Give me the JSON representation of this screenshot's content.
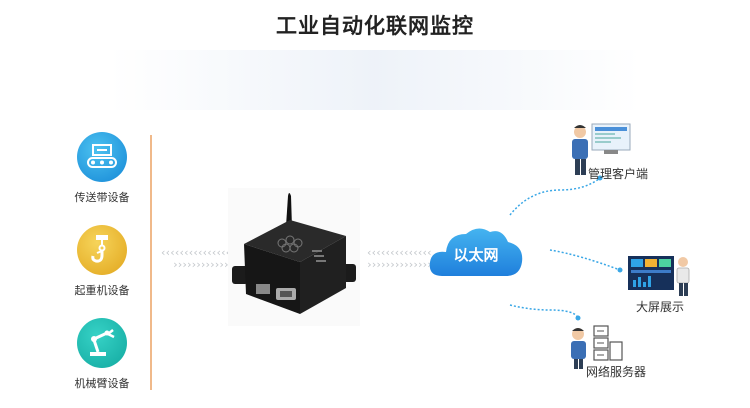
{
  "title": "工业自动化联网监控",
  "devices": [
    {
      "label": "传送带设备",
      "icon": "conveyor-icon"
    },
    {
      "label": "起重机设备",
      "icon": "crane-hook-icon"
    },
    {
      "label": "机械臂设备",
      "icon": "robot-arm-icon"
    }
  ],
  "router": {
    "icon": "router-device-icon"
  },
  "network": {
    "label": "以太网",
    "icon": "cloud-icon"
  },
  "clients": [
    {
      "label": "管理客户端",
      "icon": "admin-workstation-icon"
    },
    {
      "label": "大屏展示",
      "icon": "big-screen-display-icon"
    },
    {
      "label": "网络服务器",
      "icon": "server-icon"
    }
  ],
  "colors": {
    "accent_line": "#f0b98a",
    "cloud": "#2c8fe0",
    "dot_line": "#3aa7e6"
  }
}
